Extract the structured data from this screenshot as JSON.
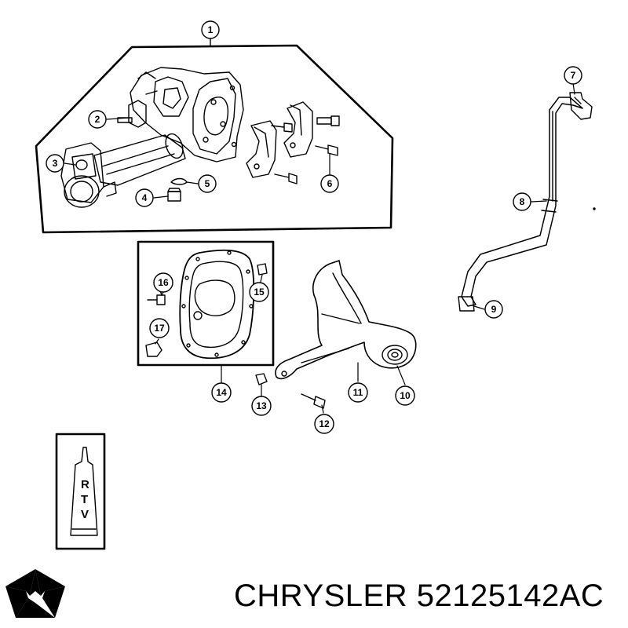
{
  "diagram": {
    "callouts": [
      "1",
      "2",
      "3",
      "4",
      "5",
      "6",
      "7",
      "8",
      "9",
      "10",
      "11",
      "12",
      "13",
      "14",
      "15",
      "16",
      "17"
    ],
    "tube_label": [
      "R",
      "T",
      "V"
    ]
  },
  "footer": {
    "brand": "CHRYSLER",
    "part_number": "52125142AC",
    "logo_icon": "pentastar-icon"
  }
}
